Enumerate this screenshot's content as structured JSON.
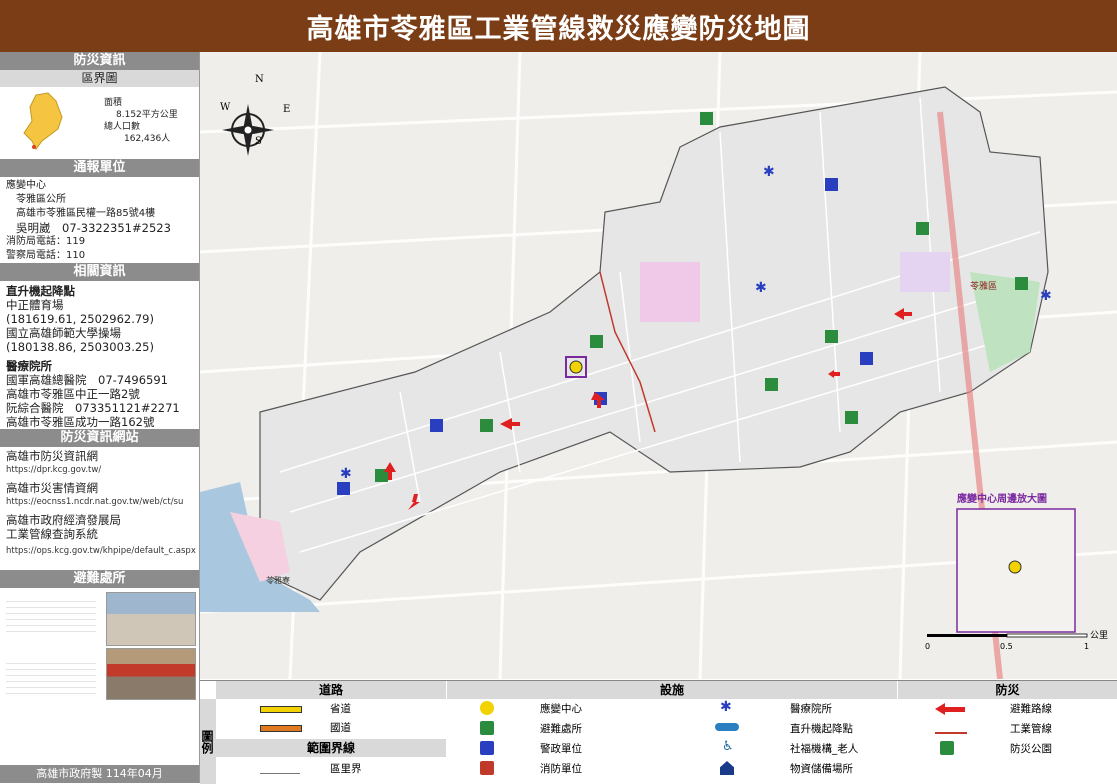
{
  "title": "高雄市苓雅區工業管線救災應變防災地圖",
  "left": {
    "section1": "防災資訊",
    "district_map": "區界圖",
    "area_label": "面積",
    "area_value": "8.152平方公里",
    "pop_label": "總人口數",
    "pop_value": "162,436人",
    "section2": "通報單位",
    "report_lines": [
      "應變中心",
      "苓雅區公所",
      "高雄市苓雅區民權一路85號4樓",
      "吳明崴　07-3322351#2523",
      "消防局電話：119",
      "警察局電話：110"
    ],
    "section3": "相關資訊",
    "heli_title": "直升機起降點",
    "heli_lines": [
      "中正體育場",
      "(181619.61, 2502962.79)",
      "國立高雄師範大學操場",
      "(180138.86, 2503003.25)"
    ],
    "hospital_title": "醫療院所",
    "hospital_lines": [
      "國軍高雄總醫院　07-7496591",
      "高雄市苓雅區中正一路2號",
      "阮綜合醫院　073351121#2271",
      "高雄市苓雅區成功一路162號"
    ],
    "section4": "防災資訊網站",
    "web_lines": [
      {
        "t": "高雄市防災資訊網",
        "u": "https://dpr.kcg.gov.tw/"
      },
      {
        "t": "高雄市災害情資網",
        "u": "https://eocnss1.ncdr.nat.gov.tw/web/ct/su"
      }
    ],
    "web3_title1": "高雄市政府經濟發展局",
    "web3_title2": "工業管線查詢系統",
    "web3_url": "https://ops.kcg.gov.tw/khpipe/default_c.aspx",
    "section5": "避難處所",
    "footer": "高雄市政府製 114年04月"
  },
  "map": {
    "inset_title": "應變中心周邊放大圖",
    "scale_label": "公里",
    "scale_ticks": [
      "0",
      "0.5",
      "1"
    ],
    "compass": {
      "n": "N",
      "s": "S",
      "e": "E",
      "w": "W"
    },
    "place_label": "苓雅區",
    "port_label": "苓雅寮"
  },
  "legend": {
    "side_label": "圖例",
    "road_head": "道路",
    "facility_head": "設施",
    "disaster_head": "防災",
    "boundary_head": "範圍界線",
    "road_items": [
      "省道",
      "國道"
    ],
    "boundary_items": [
      "區里界"
    ],
    "facility_col1": [
      "應變中心",
      "避難處所",
      "警政單位",
      "消防單位"
    ],
    "facility_col2": [
      "醫療院所",
      "直升機起降點",
      "社福機構_老人",
      "物資儲備場所"
    ],
    "disaster_items": [
      "避難路線",
      "工業管線",
      "防災公園"
    ]
  },
  "colors": {
    "title_bg": "#7a3d16",
    "panel_header": "#8c8c8c",
    "district_fill": "#f5c542",
    "boundary": "#555555",
    "pipeline": "#c0392b",
    "route_arrow": "#e02020",
    "shelter_green": "#2a8c3c",
    "police_blue": "#2a3fbf",
    "inset_border": "#7a2aa0"
  }
}
